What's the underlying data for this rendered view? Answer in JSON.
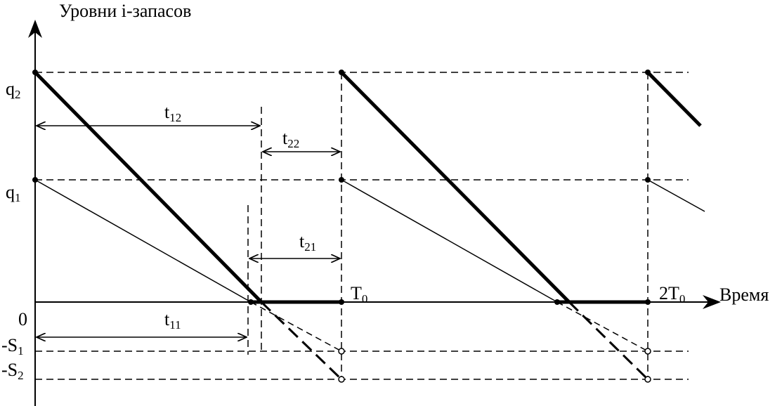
{
  "title": "Уровни i-запасов",
  "x_axis_label": "Время",
  "y_labels": {
    "q2": {
      "main": "q",
      "sub": "2"
    },
    "q1": {
      "main": "q",
      "sub": "1"
    },
    "zero": "0",
    "s1": {
      "main": "-S",
      "sub": "1"
    },
    "s2": {
      "main": "-S",
      "sub": "2"
    }
  },
  "time_labels": {
    "t0": {
      "main": "T",
      "sub": "0"
    },
    "t2": {
      "main": "2T",
      "sub": "0"
    }
  },
  "intervals": {
    "t12": {
      "main": "t",
      "sub": "12"
    },
    "t22": {
      "main": "t",
      "sub": "22"
    },
    "t21": {
      "main": "t",
      "sub": "21"
    },
    "t11": {
      "main": "t",
      "sub": "11"
    }
  },
  "colors": {
    "line": "#000000",
    "background": "#ffffff"
  }
}
